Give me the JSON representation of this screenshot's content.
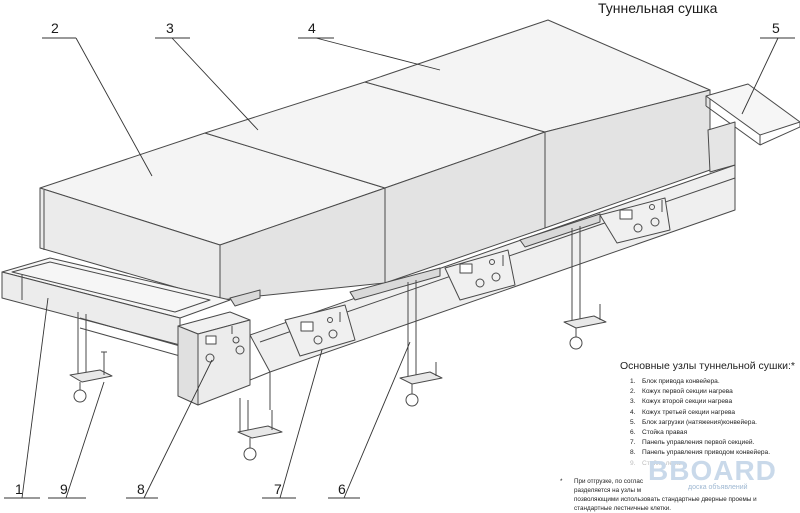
{
  "title": "Туннельная сушка",
  "callouts": [
    "1",
    "2",
    "3",
    "4",
    "5",
    "6",
    "7",
    "8",
    "9"
  ],
  "legend": {
    "heading": "Основные узлы туннельной сушки:*",
    "items": [
      {
        "num": "1.",
        "text": "Блок привода конвейера."
      },
      {
        "num": "2.",
        "text": "Кожух первой секции нагрева"
      },
      {
        "num": "3.",
        "text": "Кожух второй секции нагрева"
      },
      {
        "num": "4.",
        "text": "Кожух третьей секции нагрева"
      },
      {
        "num": "5.",
        "text": "Блок загрузки (натяжения)конвейера."
      },
      {
        "num": "6.",
        "text": "Стойка правая"
      },
      {
        "num": "7.",
        "text": "Панель управления первой секцией."
      },
      {
        "num": "8.",
        "text": "Панель управления приводом конвейера."
      },
      {
        "num": "9.",
        "text": "Стойка левая"
      }
    ]
  },
  "note": {
    "star": "*",
    "lines": [
      "При отгрузке, по соглас",
      "разделяется на узлы м",
      "позволяющими использовать стандартные дверные проемы и",
      "стандартные лестничные клетки."
    ]
  },
  "watermark": {
    "brand": "BBOARD",
    "sub": "доска объявлений"
  }
}
